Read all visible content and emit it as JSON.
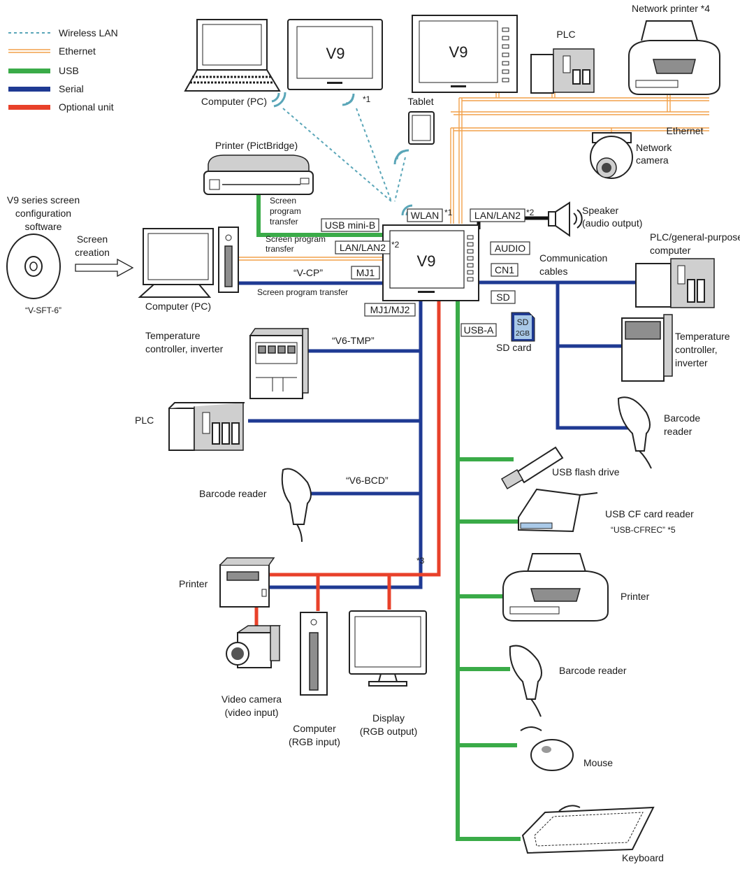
{
  "legend": [
    {
      "label": "Wireless LAN",
      "color": "#5aa6b8",
      "style": "dashed"
    },
    {
      "label": "Ethernet",
      "color": "#f2a14a",
      "style": "double"
    },
    {
      "label": "USB",
      "color": "#3aab48",
      "style": "solid"
    },
    {
      "label": "Serial",
      "color": "#1f3a93",
      "style": "solid"
    },
    {
      "label": "Optional unit",
      "color": "#e8412a",
      "style": "solid"
    }
  ],
  "main_unit": {
    "label": "V9"
  },
  "ports": {
    "wlan": "WLAN",
    "wlan_note": "*1",
    "lan_top": "LAN/LAN2",
    "lan_top_note": "*2",
    "usb_mini": "USB mini-B",
    "lan_left": "LAN/LAN2",
    "lan_left_note": "*2",
    "mj1": "MJ1",
    "mj1_mj2": "MJ1/MJ2",
    "audio": "AUDIO",
    "cn1": "CN1",
    "sd": "SD",
    "usb_a": "USB-A"
  },
  "devices": {
    "computer_pc_top": "Computer (PC)",
    "v9_top_small": "V9",
    "v9_top_small_note": "*1",
    "v9_top_large": "V9",
    "tablet": "Tablet",
    "plc_top": "PLC",
    "network_printer": "Network printer *4",
    "ethernet_label": "Ethernet",
    "network_camera": [
      "Network",
      "camera"
    ],
    "printer_pictbridge": "Printer (PictBridge)",
    "screen_program_transfer_1": [
      "Screen",
      "program",
      "transfer"
    ],
    "software_title": [
      "V9 series screen",
      "configuration",
      "software"
    ],
    "software_name": "“V-SFT-6”",
    "screen_creation": [
      "Screen",
      "creation"
    ],
    "screen_program_transfer_2": [
      "Screen program",
      "transfer"
    ],
    "v_cp": "“V-CP”",
    "screen_program_transfer_3": "Screen program transfer",
    "computer_pc_left": "Computer (PC)",
    "speaker": [
      "Speaker",
      "(audio output)"
    ],
    "communication_cables": [
      "Communication",
      "cables"
    ],
    "plc_general": [
      "PLC/general-purpose",
      "computer"
    ],
    "sd_card": "SD card",
    "sd_card_text": "SD",
    "sd_card_size": "2GB",
    "temp_controller_right": [
      "Temperature",
      "controller,",
      "inverter"
    ],
    "barcode_reader_right": [
      "Barcode",
      "reader"
    ],
    "temp_controller_left": [
      "Temperature",
      "controller, inverter"
    ],
    "v6_tmp": "“V6-TMP”",
    "plc_left": "PLC",
    "barcode_reader_left": "Barcode reader",
    "v6_bcd": "“V6-BCD”",
    "printer_left": "Printer",
    "usb_flash_drive": "USB flash drive",
    "usb_cf_reader": "USB CF card reader",
    "usb_cfrec": "“USB-CFREC” *5",
    "printer_right": "Printer",
    "barcode_reader_usb": "Barcode reader",
    "mouse": "Mouse",
    "keyboard": "Keyboard",
    "optional_note": "*3",
    "video_camera": [
      "Video camera",
      "(video input)"
    ],
    "computer_rgb": [
      "Computer",
      "(RGB input)"
    ],
    "display_rgb": [
      "Display",
      "(RGB output)"
    ]
  }
}
